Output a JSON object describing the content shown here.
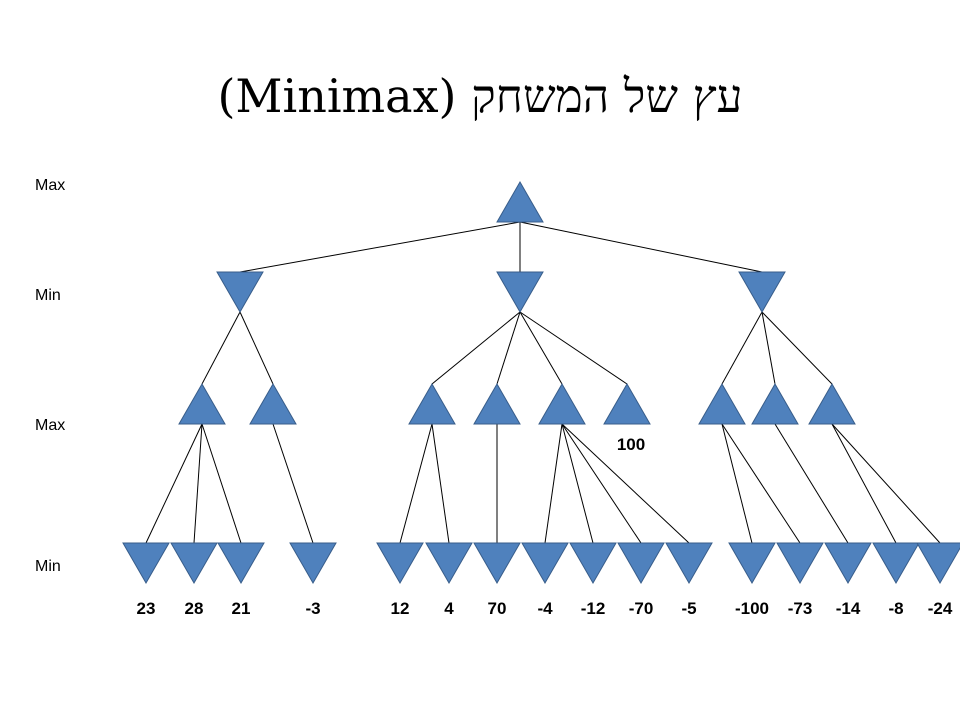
{
  "title": "עץ של המשחק (Minimax)",
  "colors": {
    "node_fill": "#4f81bd",
    "node_stroke": "#385d8a",
    "edge": "#000000",
    "text": "#000000"
  },
  "levels": [
    {
      "id": "L0",
      "label": "Max",
      "kind": "max"
    },
    {
      "id": "L1",
      "label": "Min",
      "kind": "min"
    },
    {
      "id": "L2",
      "label": "Max",
      "kind": "max"
    },
    {
      "id": "L3",
      "label": "Min",
      "kind": "min"
    }
  ],
  "tree": {
    "root": "n0",
    "nodes": [
      {
        "id": "n0",
        "level": 0,
        "parent": null
      },
      {
        "id": "n1",
        "level": 1,
        "parent": "n0"
      },
      {
        "id": "n2",
        "level": 1,
        "parent": "n0"
      },
      {
        "id": "n3",
        "level": 1,
        "parent": "n0"
      },
      {
        "id": "n4",
        "level": 2,
        "parent": "n1"
      },
      {
        "id": "n5",
        "level": 2,
        "parent": "n1"
      },
      {
        "id": "n6",
        "level": 2,
        "parent": "n2"
      },
      {
        "id": "n7",
        "level": 2,
        "parent": "n2"
      },
      {
        "id": "n8",
        "level": 2,
        "parent": "n2"
      },
      {
        "id": "n9",
        "level": 2,
        "parent": "n2",
        "value": "100"
      },
      {
        "id": "n10",
        "level": 2,
        "parent": "n3"
      },
      {
        "id": "n11",
        "level": 2,
        "parent": "n3"
      },
      {
        "id": "n12",
        "level": 2,
        "parent": "n3"
      },
      {
        "id": "l1",
        "level": 3,
        "parent": "n4",
        "value": "23"
      },
      {
        "id": "l2",
        "level": 3,
        "parent": "n4",
        "value": "28"
      },
      {
        "id": "l3",
        "level": 3,
        "parent": "n4",
        "value": "21"
      },
      {
        "id": "l4",
        "level": 3,
        "parent": "n5",
        "value": "-3"
      },
      {
        "id": "l5",
        "level": 3,
        "parent": "n6",
        "value": "12"
      },
      {
        "id": "l6",
        "level": 3,
        "parent": "n6",
        "value": "4"
      },
      {
        "id": "l7",
        "level": 3,
        "parent": "n7",
        "value": "70"
      },
      {
        "id": "l8",
        "level": 3,
        "parent": "n8",
        "value": "-4"
      },
      {
        "id": "l9",
        "level": 3,
        "parent": "n8",
        "value": "-12"
      },
      {
        "id": "l10",
        "level": 3,
        "parent": "n8",
        "value": "-70"
      },
      {
        "id": "l11",
        "level": 3,
        "parent": "n8",
        "value": "-5"
      },
      {
        "id": "l12",
        "level": 3,
        "parent": "n10",
        "value": "-100"
      },
      {
        "id": "l13",
        "level": 3,
        "parent": "n10",
        "value": "-73"
      },
      {
        "id": "l14",
        "level": 3,
        "parent": "n11",
        "value": "-14"
      },
      {
        "id": "l15",
        "level": 3,
        "parent": "n12",
        "value": "-8"
      },
      {
        "id": "l16",
        "level": 3,
        "parent": "n12",
        "value": "-24"
      }
    ]
  }
}
